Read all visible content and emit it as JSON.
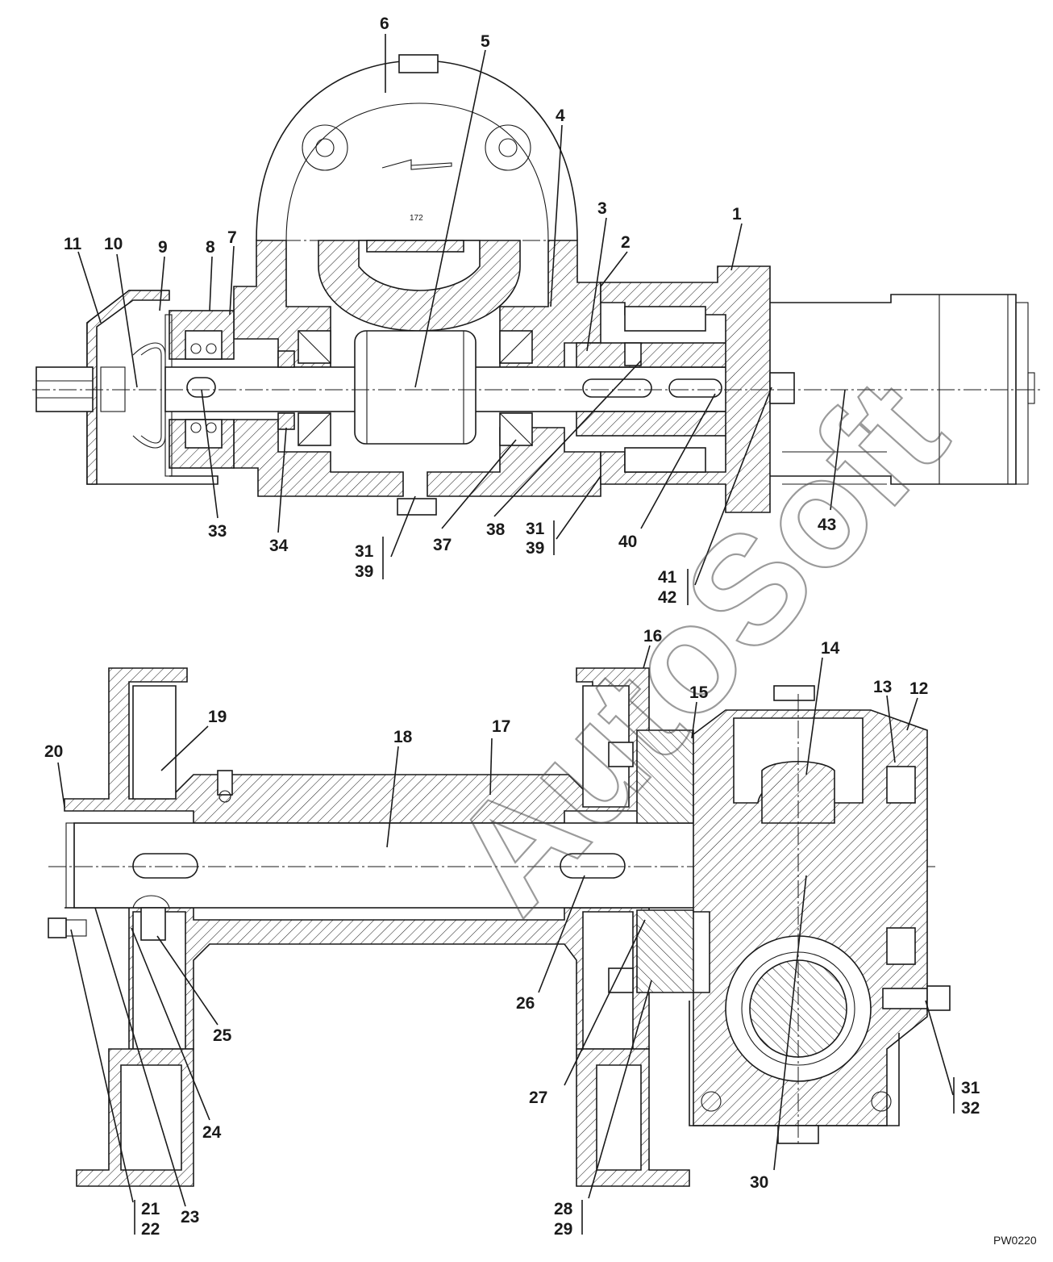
{
  "figure": {
    "code": "PW0220",
    "watermark": "AutoSoft",
    "housing_marking": "172"
  },
  "upper_labels": [
    "1",
    "2",
    "3",
    "4",
    "5",
    "6",
    "7",
    "8",
    "9",
    "10",
    "11",
    "31",
    "39",
    "33",
    "34",
    "37",
    "38",
    "40",
    "41",
    "42",
    "43"
  ],
  "lower_labels": [
    "12",
    "13",
    "14",
    "15",
    "16",
    "17",
    "18",
    "19",
    "20",
    "21",
    "22",
    "23",
    "24",
    "25",
    "26",
    "27",
    "28",
    "29",
    "30",
    "31",
    "32"
  ]
}
